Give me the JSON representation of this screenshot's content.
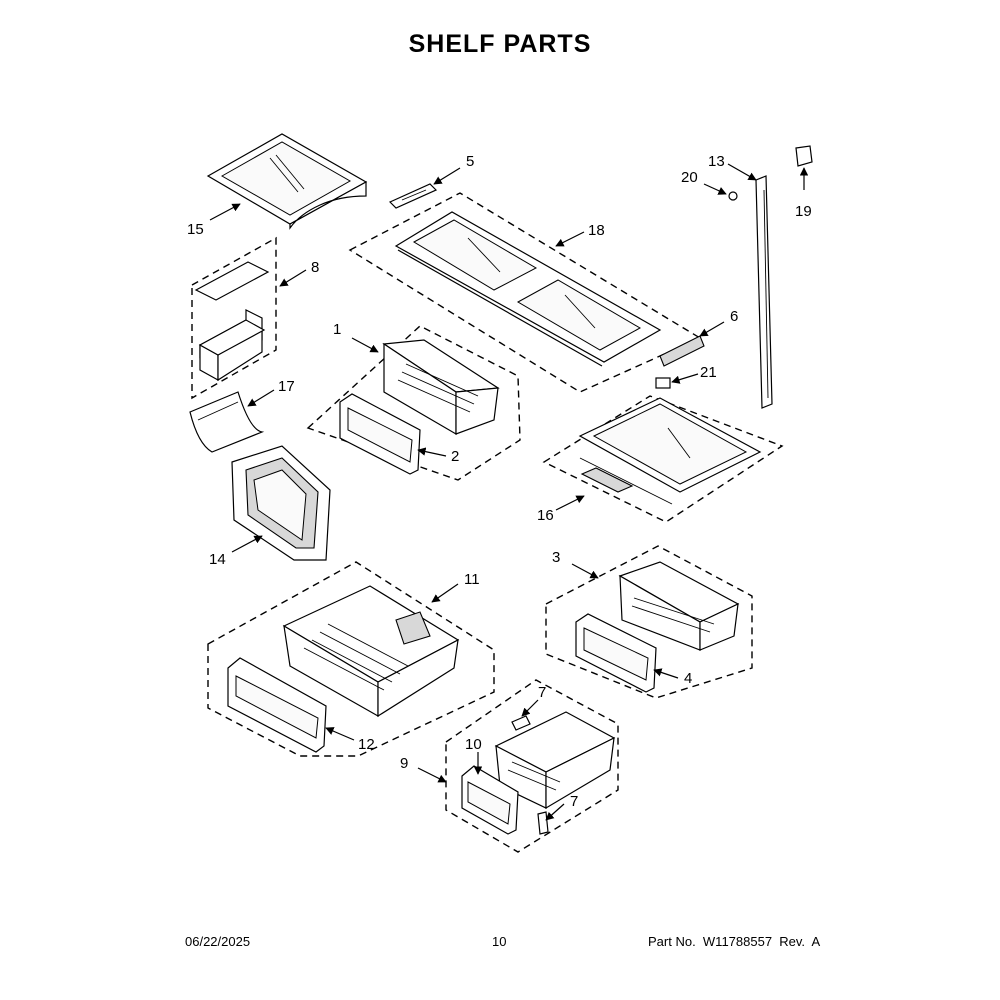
{
  "title": "SHELF PARTS",
  "footer": {
    "date": "06/22/2025",
    "page": "10",
    "part_no": "Part No.  W11788557  Rev.  A"
  },
  "callouts": [
    "1",
    "2",
    "3",
    "4",
    "5",
    "6",
    "7",
    "7",
    "8",
    "9",
    "10",
    "11",
    "12",
    "13",
    "14",
    "15",
    "16",
    "17",
    "18",
    "19",
    "20",
    "21"
  ]
}
